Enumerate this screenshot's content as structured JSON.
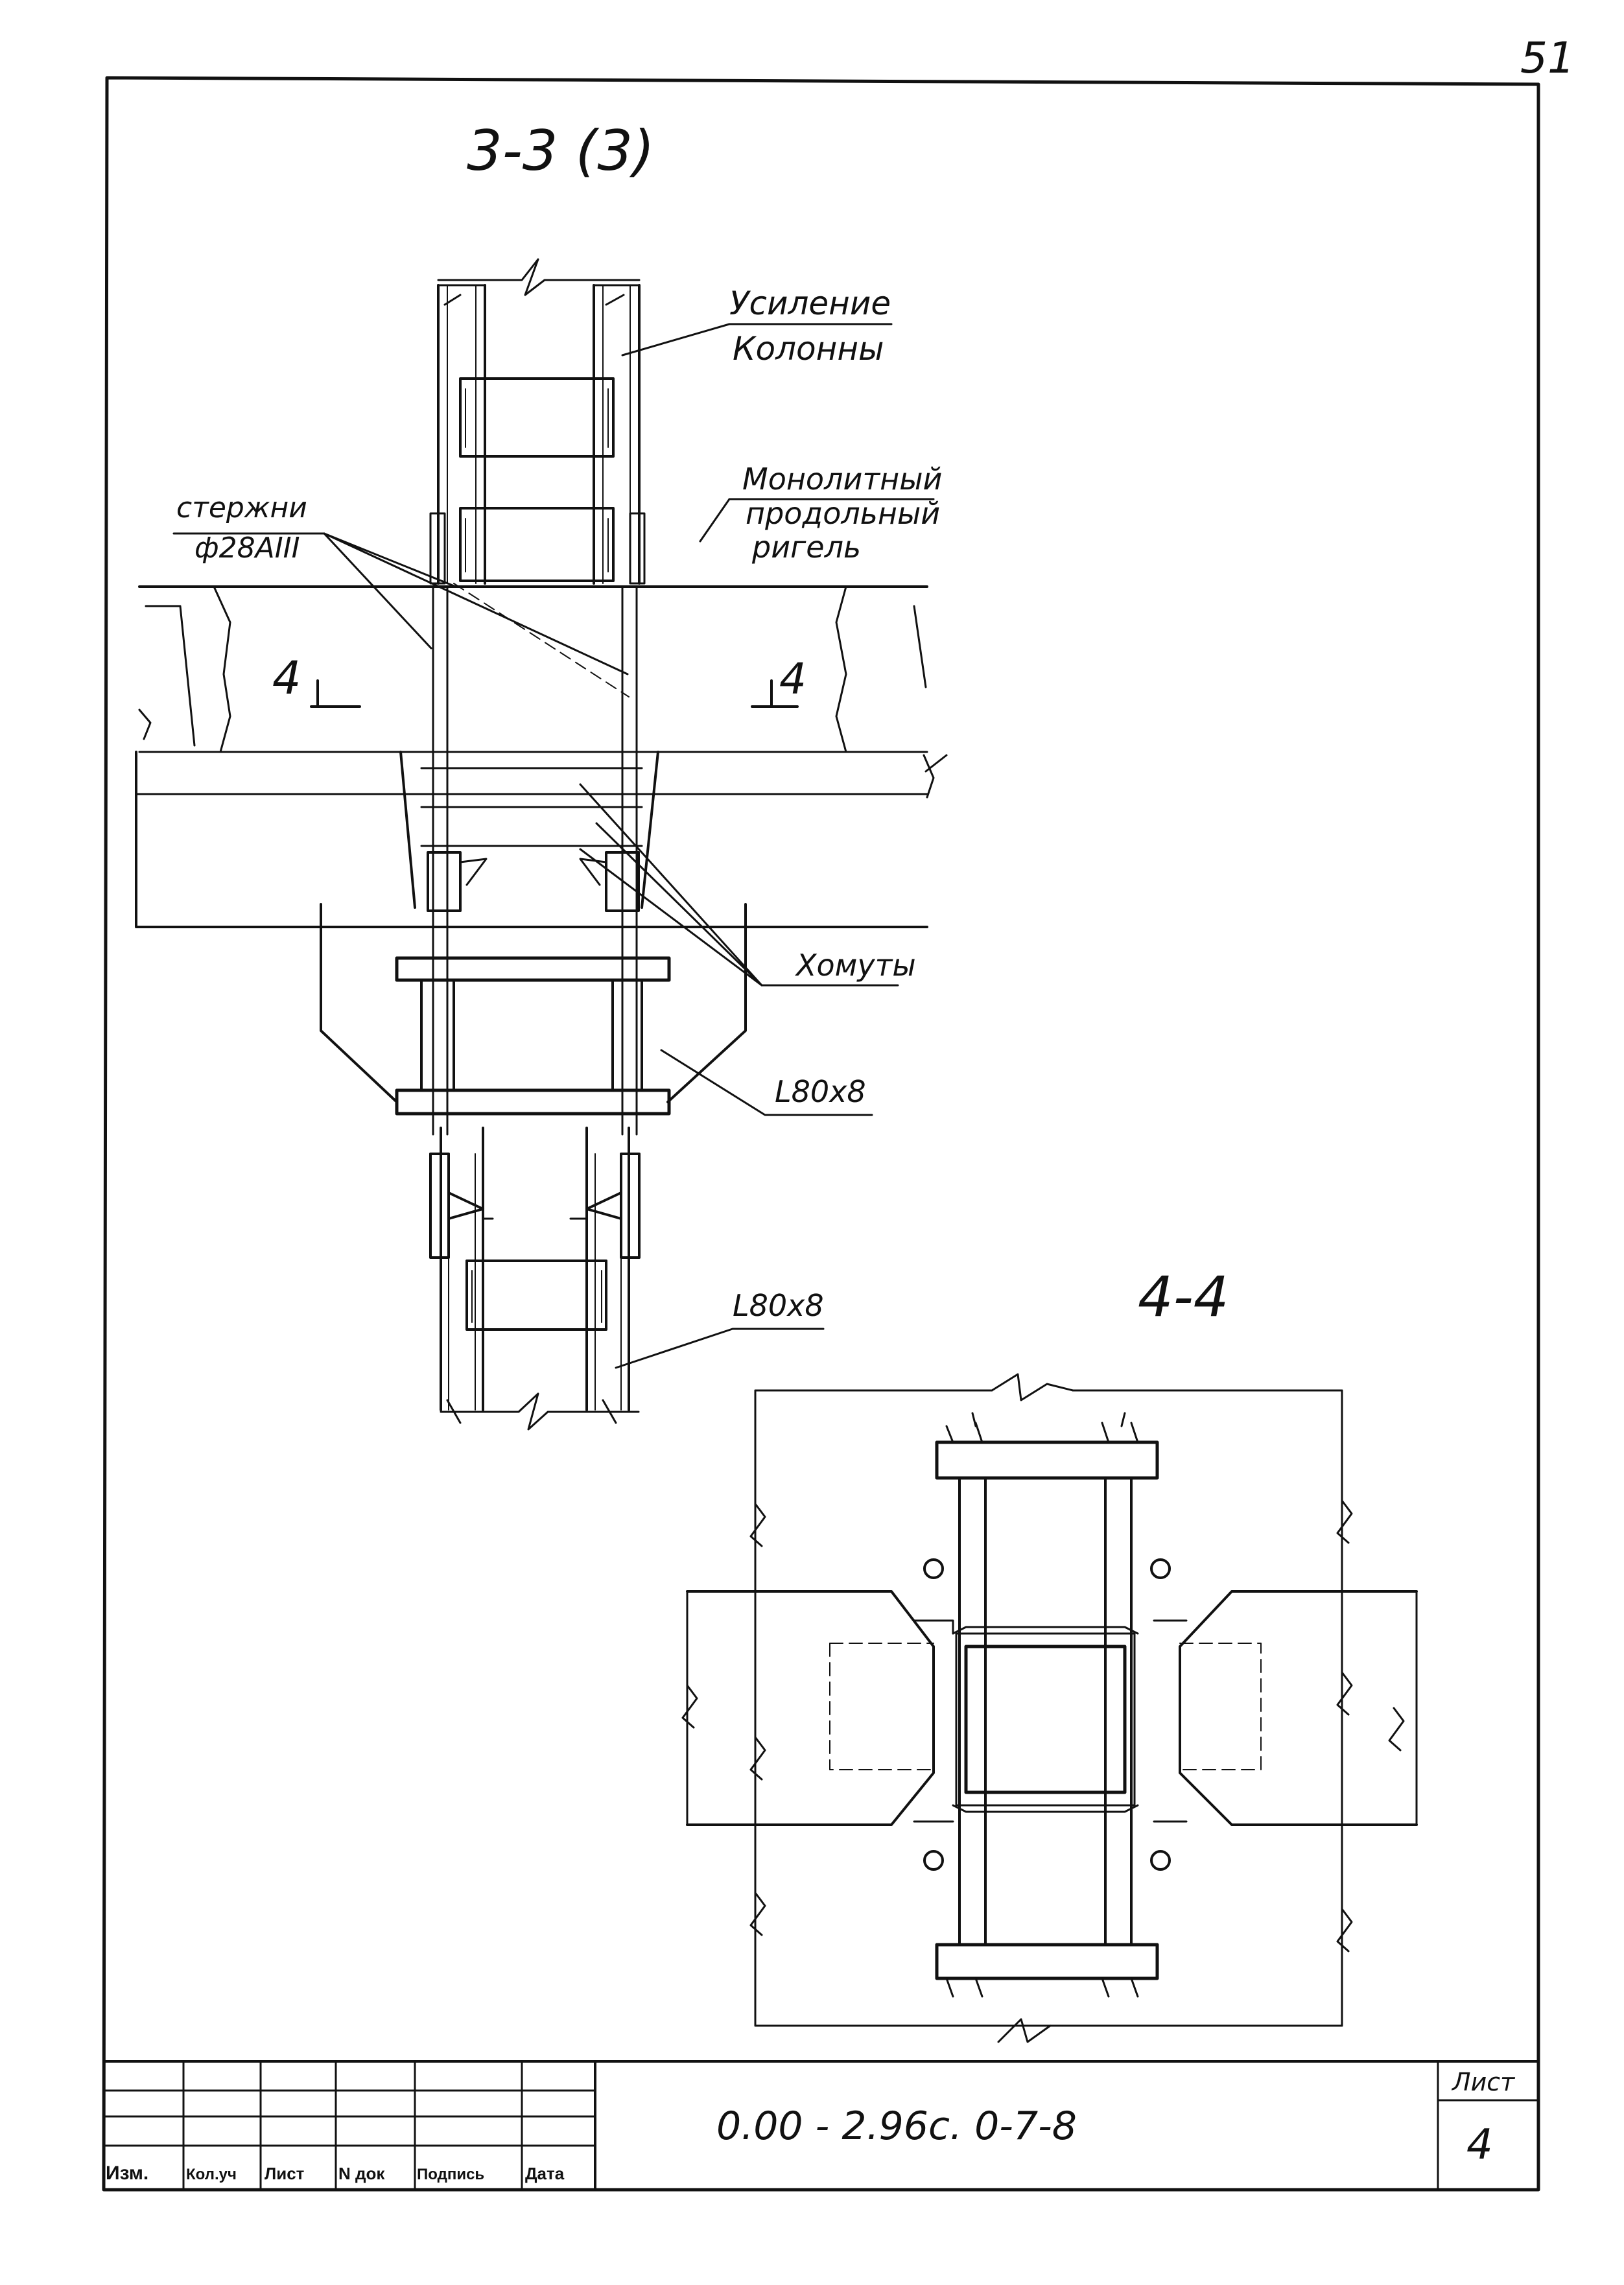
{
  "page_number": "51",
  "section_a": {
    "title": "3-3 (3)",
    "labels": {
      "reinforcement_line1": "Усиление",
      "reinforcement_line2": "Колонны",
      "rods_line1": "стержни",
      "rods_line2": "ф28АIII",
      "beam_line1": "Монолитный",
      "beam_line2": "продольный",
      "beam_line3": "ригель",
      "cut_left": "4",
      "cut_right": "4",
      "stirrups": "Хомуты",
      "angle_upper": "L80x8",
      "angle_lower": "L80x8"
    }
  },
  "section_b": {
    "title": "4-4"
  },
  "title_block": {
    "columns": [
      "Изм.",
      "Кол.уч",
      "Лист",
      "N док",
      "Подпись",
      "Дата"
    ],
    "document_code": "0.00 - 2.96с. 0-7-8",
    "sheet_label": "Лист",
    "sheet_number": "4"
  }
}
